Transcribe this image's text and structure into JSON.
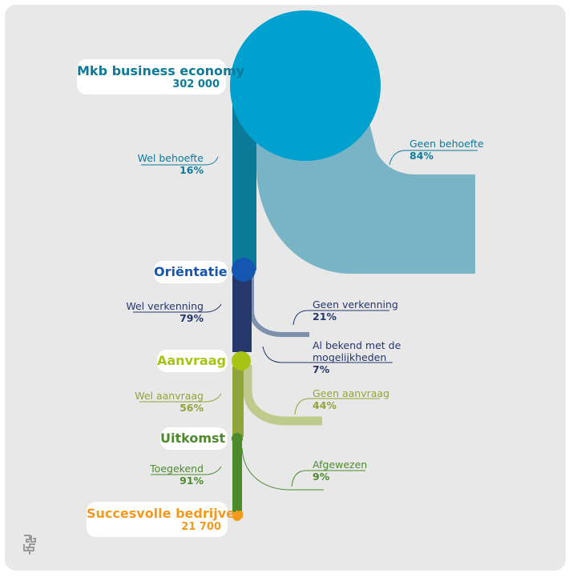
{
  "colors": {
    "teal_dark": "#0d7a9a",
    "teal_light": "#79b4c6",
    "circle_blue": "#00a0cf",
    "navy": "#25376b",
    "orientation_blue": "#1557b0",
    "slate": "#7d90ad",
    "lime": "#a7c415",
    "olive": "#8fa43a",
    "pale_olive": "#bfcb8d",
    "green": "#4d8a2c",
    "orange": "#f39a1c",
    "panel": "#e8e8e8"
  },
  "stages": {
    "start": {
      "title": "Mkb business economy",
      "value": "302 000"
    },
    "orientation": {
      "title": "Oriëntatie"
    },
    "request": {
      "title": "Aanvraag"
    },
    "outcome": {
      "title": "Uitkomst"
    },
    "success": {
      "title": "Succesvolle bedrijven",
      "value": "21 700"
    }
  },
  "flows": {
    "need": {
      "label": "Wel behoefte",
      "pct": "16%"
    },
    "no_need": {
      "label": "Geen behoefte",
      "pct": "84%"
    },
    "exploration": {
      "label": "Wel verkenning",
      "pct": "79%"
    },
    "no_exploration": {
      "label": "Geen verkenning",
      "pct": "21%"
    },
    "already_known": {
      "label_line1": "Al bekend met de",
      "label_line2": "mogelijkheden",
      "pct": "7%"
    },
    "applied": {
      "label": "Wel aanvraag",
      "pct": "56%"
    },
    "not_applied": {
      "label": "Geen aanvraag",
      "pct": "44%"
    },
    "granted": {
      "label": "Toegekend",
      "pct": "91%"
    },
    "rejected": {
      "label": "Afgewezen",
      "pct": "9%"
    }
  },
  "logo_icon": "cbs-logo-icon"
}
